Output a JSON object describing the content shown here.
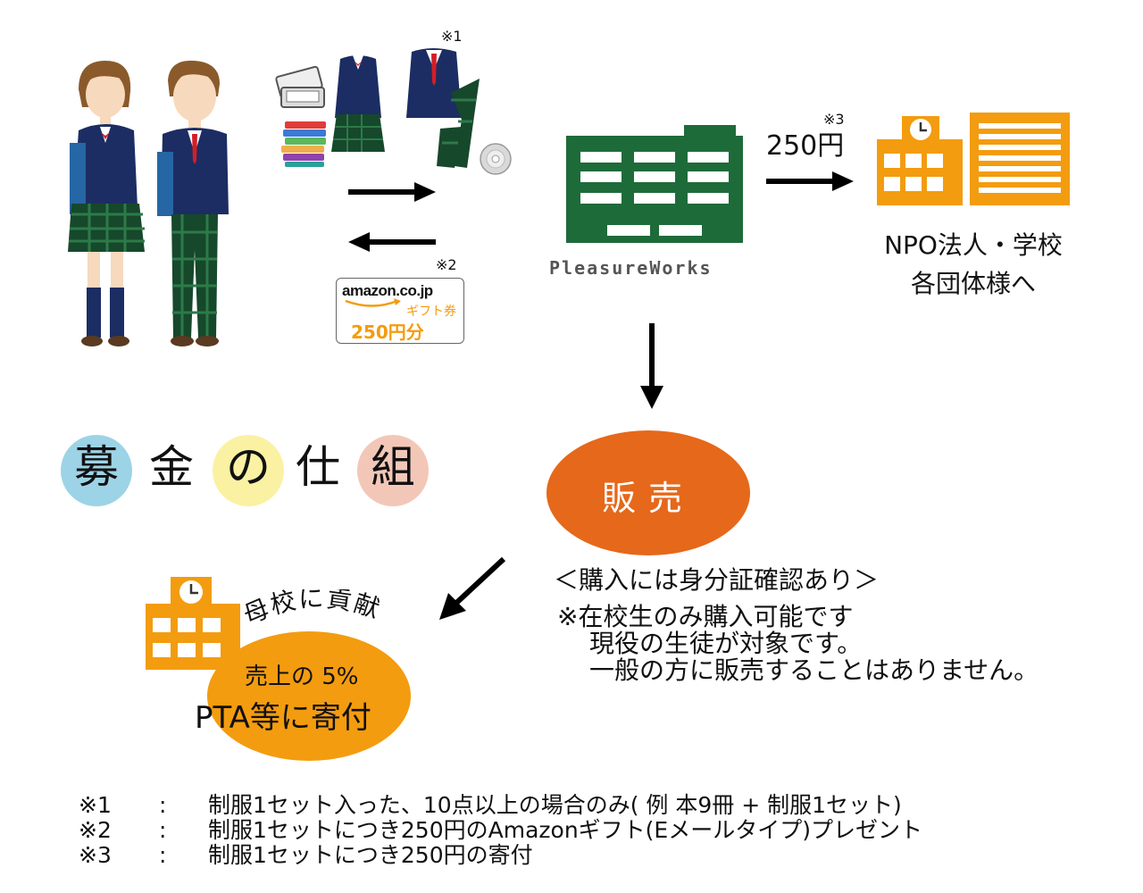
{
  "colors": {
    "green": "#1e6b3a",
    "orange": "#f39c0f",
    "dark_orange": "#e6681a",
    "navy": "#1c2d63",
    "circle_blue": "#9dd3e6",
    "circle_yellow": "#fbf1a3",
    "circle_pink": "#f3c7b8"
  },
  "marks": {
    "uniform_note": "※1",
    "gift_note": "※2",
    "donation_note": "※3"
  },
  "gift_card": {
    "logo": "amazon.co.jp",
    "type": "ギフト券",
    "amount": "250円分"
  },
  "company": {
    "name": "PleasureWorks"
  },
  "donation_flow": {
    "amount": "250円",
    "recipient_line1": "NPO法人・学校",
    "recipient_line2": "各団体様へ"
  },
  "title": {
    "chars": [
      "募",
      "金",
      "の",
      "仕",
      "組"
    ]
  },
  "sale": {
    "label": "販売",
    "id_check": "＜購入には身分証確認あり＞",
    "notice_line1": "※在校生のみ購入可能です",
    "notice_line2": "現役の生徒が対象です。",
    "notice_line3": "一般の方に販売することはありません。"
  },
  "school": {
    "arc_text": "母校に貢献",
    "percent_text": "売上の 5%",
    "donate_text": "PTA等に寄付"
  },
  "footnotes": [
    {
      "mark": "※1",
      "sep": ":",
      "text": "制服1セット入った、10点以上の場合のみ( 例 本9冊 + 制服1セット)"
    },
    {
      "mark": "※2",
      "sep": ":",
      "text": "制服1セットにつき250円のAmazonギフト(Eメールタイプ)プレゼント"
    },
    {
      "mark": "※3",
      "sep": ":",
      "text": "制服1セットにつき250円の寄付"
    }
  ]
}
